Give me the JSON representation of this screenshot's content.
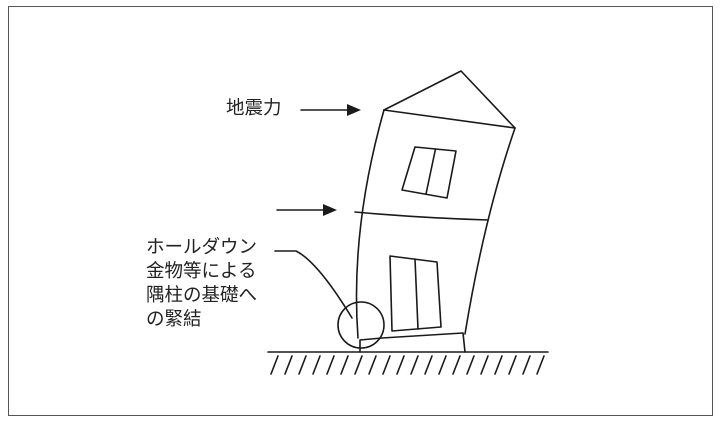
{
  "labels": {
    "seismic_force": "地震力",
    "holddown_lines": [
      "ホールダウン",
      "金物等による",
      "隅柱の基礎へ",
      "の緊結"
    ]
  },
  "colors": {
    "stroke": "#1a1a1a",
    "frame": "#555555",
    "background": "#ffffff"
  }
}
